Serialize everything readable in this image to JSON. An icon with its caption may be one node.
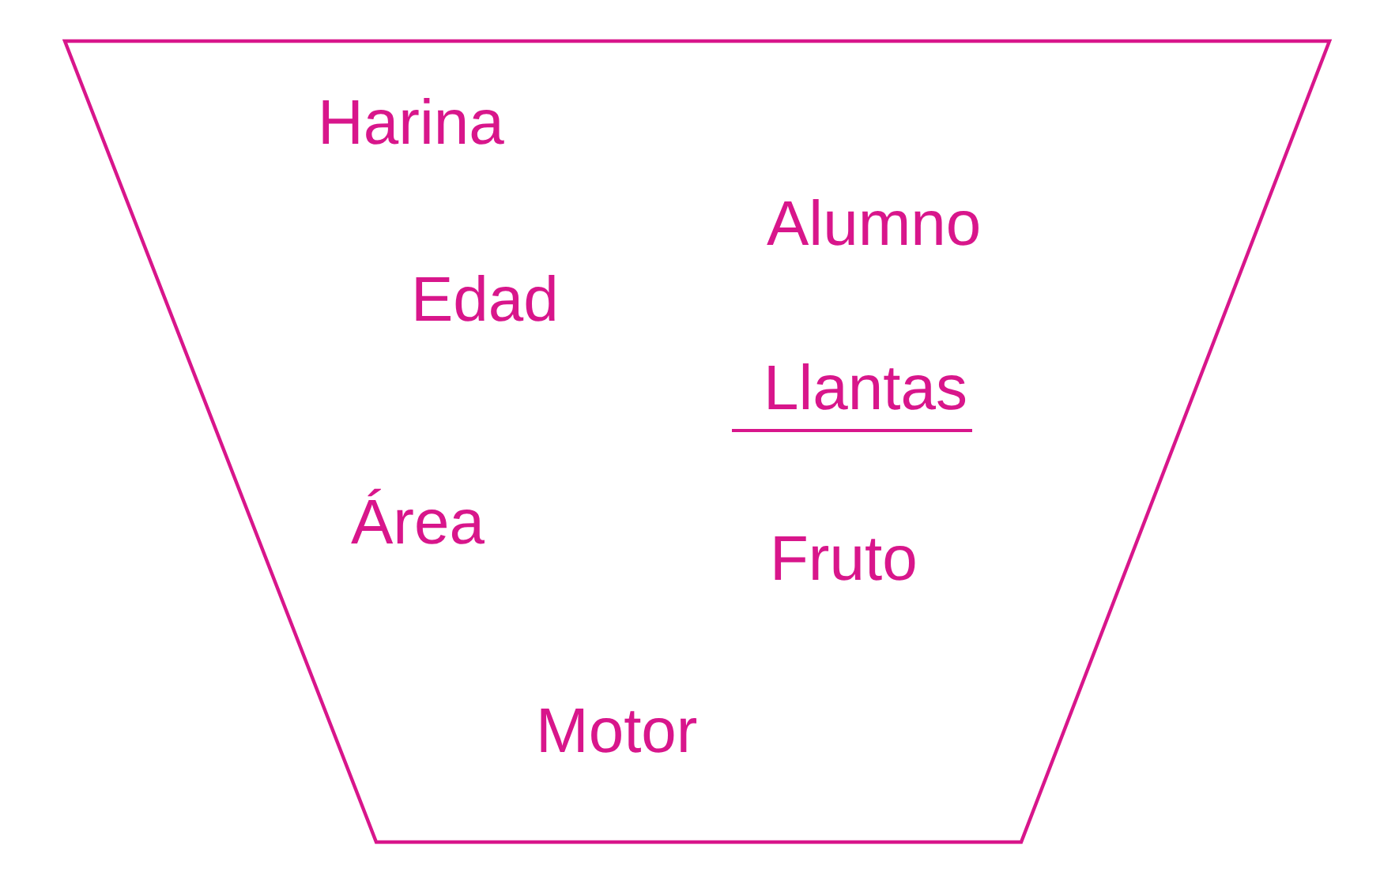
{
  "diagram": {
    "nodes": [
      {
        "text": [
          "Harina",
          "Alumno",
          "Edad",
          "Llantas",
          "Área",
          "Fruto",
          "Motor"
        ]
      }
    ]
  }
}
